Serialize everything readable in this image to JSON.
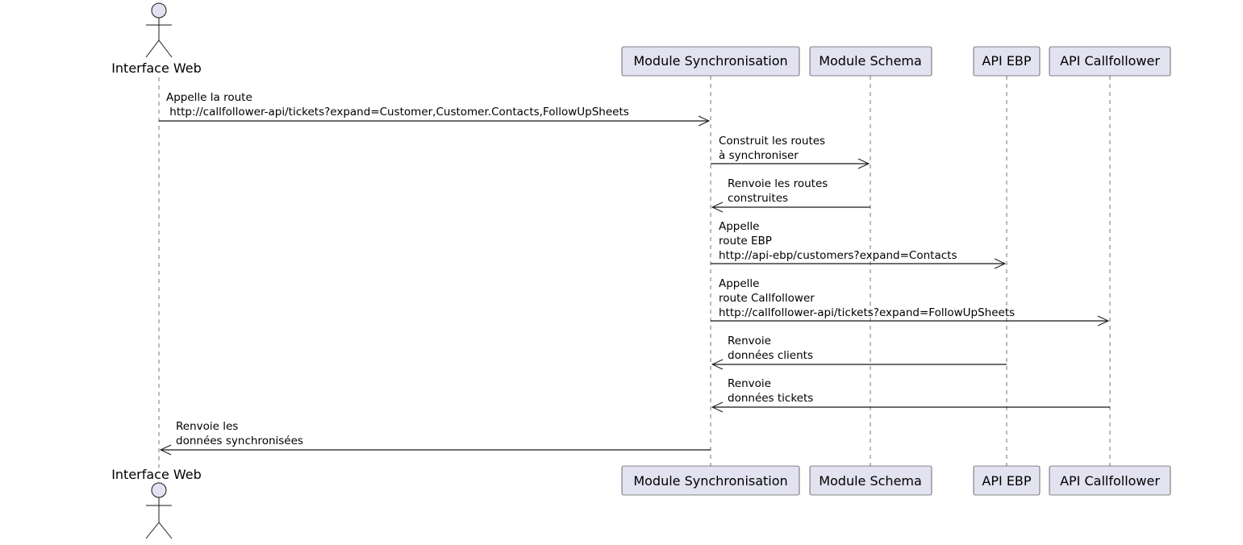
{
  "participants": {
    "web": {
      "label": "Interface Web",
      "kind": "actor"
    },
    "sync": {
      "label": "Module Synchronisation",
      "kind": "participant"
    },
    "schema": {
      "label": "Module Schema",
      "kind": "participant"
    },
    "ebp": {
      "label": "API EBP",
      "kind": "participant"
    },
    "callfollower": {
      "label": "API Callfollower",
      "kind": "participant"
    }
  },
  "messages": [
    {
      "from": "web",
      "to": "sync",
      "lines": [
        "Appelle la route",
        " http://callfollower-api/tickets?expand=Customer,Customer.Contacts,FollowUpSheets"
      ]
    },
    {
      "from": "sync",
      "to": "schema",
      "lines": [
        "Construit les routes",
        "à synchroniser"
      ]
    },
    {
      "from": "schema",
      "to": "sync",
      "lines": [
        "Renvoie les routes",
        "construites"
      ]
    },
    {
      "from": "sync",
      "to": "ebp",
      "lines": [
        "Appelle",
        "route EBP",
        "http://api-ebp/customers?expand=Contacts"
      ]
    },
    {
      "from": "sync",
      "to": "callfollower",
      "lines": [
        "Appelle",
        "route Callfollower",
        "http://callfollower-api/tickets?expand=FollowUpSheets"
      ]
    },
    {
      "from": "ebp",
      "to": "sync",
      "lines": [
        "Renvoie",
        "données clients"
      ]
    },
    {
      "from": "callfollower",
      "to": "sync",
      "lines": [
        "Renvoie",
        "données tickets"
      ]
    },
    {
      "from": "sync",
      "to": "web",
      "lines": [
        "Renvoie les",
        "données synchronisées"
      ]
    }
  ],
  "colors": {
    "participant_fill": "#E2E2F0",
    "line": "#181818"
  }
}
